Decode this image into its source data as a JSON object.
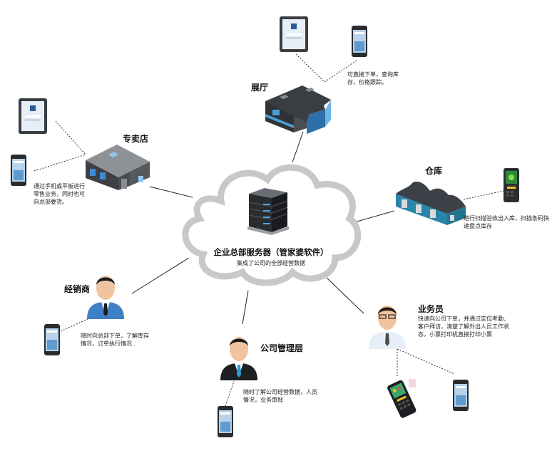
{
  "center": {
    "title": "企业总部服务器（管家婆软件）",
    "subtitle": "集成了公司的全部经营数据",
    "icon": "server-icon"
  },
  "nodes": {
    "showroom": {
      "title": "展厅",
      "desc": "可直接下单，查询库存，价格跟踪。",
      "devices": [
        "tablet-icon",
        "smartphone-icon"
      ]
    },
    "store": {
      "title": "专卖店",
      "desc": "通过手机或平板进行零售业务，同时也可向总部要货。",
      "devices": [
        "tablet-icon",
        "smartphone-icon"
      ]
    },
    "warehouse": {
      "title": "仓库",
      "desc": "进行扫描验收出入库，扫描条码快速盘点库存",
      "devices": [
        "handheld-scanner-icon"
      ]
    },
    "dealer": {
      "title": "经销商",
      "desc": "随时向总部下单，了解库存情况，订单执行情况 .",
      "devices": [
        "smartphone-icon"
      ]
    },
    "management": {
      "title": "公司管理层",
      "desc": "随时了解公司经营数据，人员情况，业务审批",
      "devices": [
        "smartphone-icon"
      ]
    },
    "salesperson": {
      "title": "业务员",
      "desc": "快速向公司下单，并通过定位考勤、客户拜访，清楚了解外出人员工作状态，小票打印机直接打印小票",
      "devices": [
        "pda-printer-icon",
        "smartphone-icon"
      ]
    }
  },
  "colors": {
    "cloud_fill": "#ffffff",
    "cloud_stroke": "#c8c8c8",
    "building_dark": "#3a3d42",
    "building_blue": "#4a9fd8",
    "warehouse_teal": "#2a86a8",
    "suit_blue": "#3f7fc4",
    "line": "#222222"
  }
}
